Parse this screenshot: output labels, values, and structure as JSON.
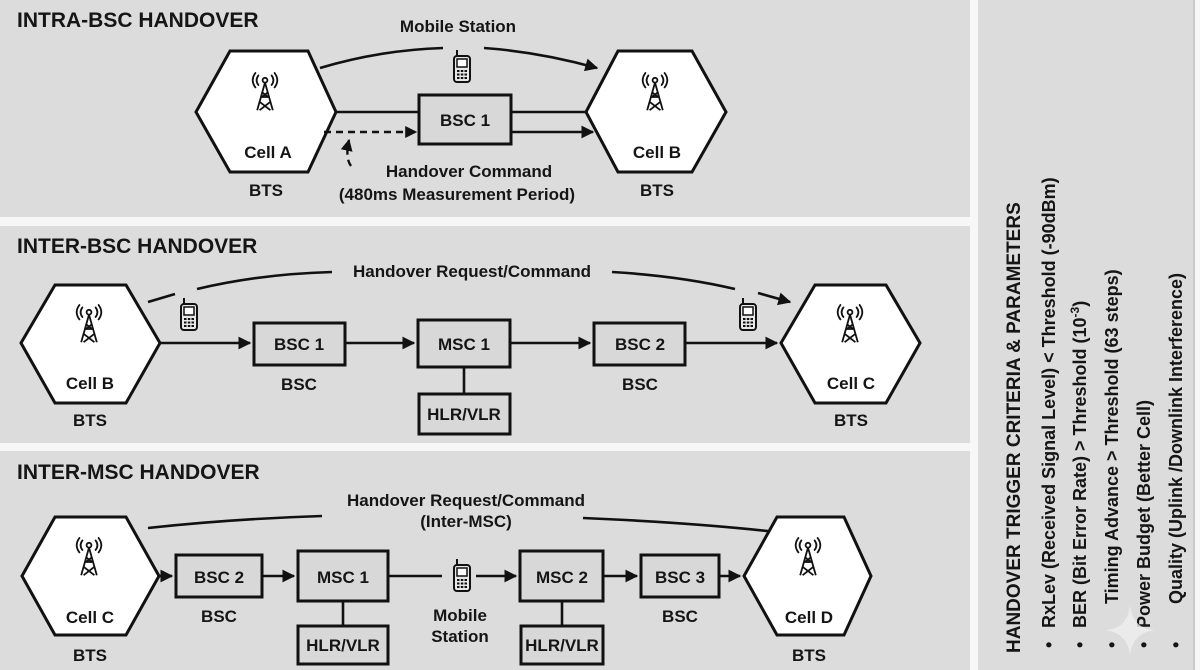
{
  "sections": {
    "intra_bsc": {
      "title": "INTRA-BSC HANDOVER",
      "cell_a": "Cell A",
      "cell_b": "Cell B",
      "bts_label": "BTS",
      "bsc": "BSC 1",
      "mobile_station": "Mobile Station",
      "command_line1": "Handover Command",
      "command_line2": "(480ms Measurement Period)"
    },
    "inter_bsc": {
      "title": "INTER-BSC HANDOVER",
      "cell_from": "Cell B",
      "cell_to": "Cell C",
      "bts_label": "BTS",
      "bsc1": "BSC 1",
      "bsc2": "BSC 2",
      "bsc_label": "BSC",
      "msc": "MSC 1",
      "hlr": "HLR/VLR",
      "request": "Handover Request/Command"
    },
    "inter_msc": {
      "title": "INTER-MSC HANDOVER",
      "cell_from": "Cell C",
      "cell_to": "Cell D",
      "bts_label": "BTS",
      "bsc2": "BSC 2",
      "bsc3": "BSC 3",
      "bsc_label": "BSC",
      "msc1": "MSC 1",
      "msc2": "MSC 2",
      "hlr": "HLR/VLR",
      "mobile_line1": "Mobile",
      "mobile_line2": "Station",
      "request_line1": "Handover Request/Command",
      "request_line2": "(Inter-MSC)"
    }
  },
  "criteria": {
    "title": "HANDOVER TRIGGER CRITERIA & PARAMETERS",
    "bullet": "•",
    "items": [
      {
        "text": "RxLev (Received Signal Level) < Threshold (-90dBm)",
        "sup": ""
      },
      {
        "text": "BER (Bit Error Rate) > Threshold (10",
        "sup": "-3",
        "tail": ")"
      },
      {
        "text": "Timing Advance > Threshold (63 steps)",
        "sup": ""
      },
      {
        "text": "Power Budget (Better Cell)",
        "sup": ""
      },
      {
        "text": "Quality (Uplink /Downlink Interference)",
        "sup": ""
      }
    ]
  },
  "colors": {
    "panel": "#dcdcdc",
    "background": "#f7f7f7",
    "ink": "#111111",
    "cell_fill": "#ffffff"
  }
}
